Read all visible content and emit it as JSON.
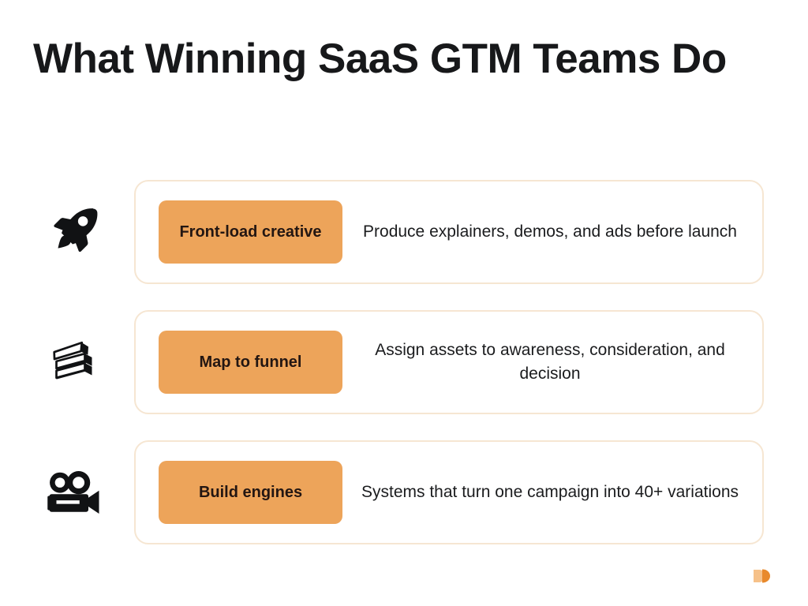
{
  "slide": {
    "title": "What Winning SaaS GTM Teams Do",
    "background_color": "#ffffff",
    "accent_color": "#eda45a",
    "card_border_color": "#f6e6d2",
    "text_color": "#1b1c1e"
  },
  "rows": [
    {
      "icon": "rocket-icon",
      "badge": "Front-load creative",
      "description": "Produce explainers, demos, and ads before launch"
    },
    {
      "icon": "books-icon",
      "badge": "Map to funnel",
      "description": "Assign assets to awareness, consideration, and decision"
    },
    {
      "icon": "movie-camera-icon",
      "badge": "Build engines",
      "description": "Systems that turn one campaign into 40+ variations"
    }
  ],
  "logo": {
    "name": "brand-logo-mark",
    "color_light": "#f6c189",
    "color_dark": "#e8892c"
  }
}
